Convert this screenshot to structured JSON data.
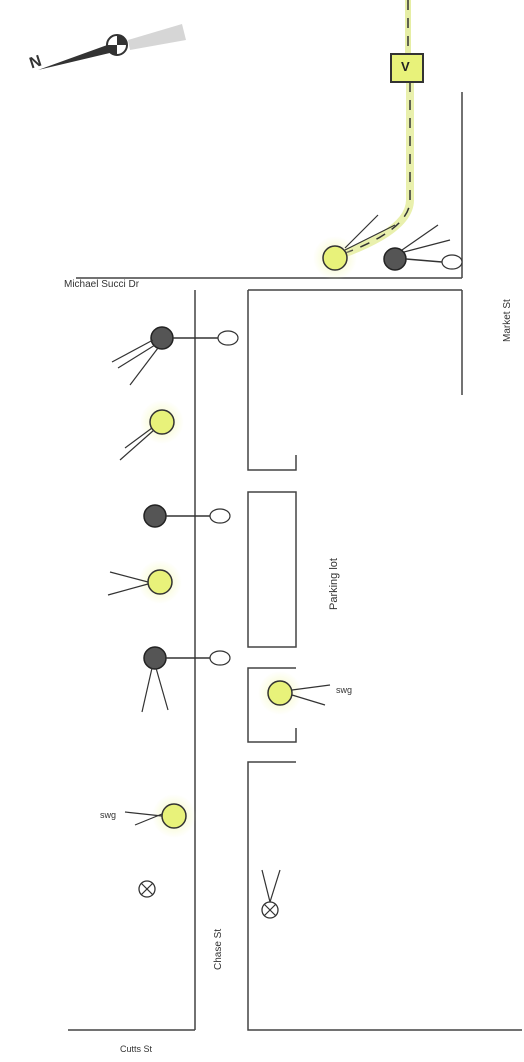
{
  "labels": {
    "street_top": "Michael Succi Dr",
    "street_right": "Market St",
    "street_bottom": "Cutts St",
    "street_left": "Chase St",
    "parking": "Parking lot",
    "swg_1": "swg",
    "swg_2": "swg",
    "compass_n": "N",
    "vault": "V"
  },
  "colors": {
    "proposed": "#e8f27a",
    "proposed_glow": "#f4f8b8",
    "existing": "#555555",
    "line": "#333333",
    "conduit": "#d7e46a"
  },
  "legend": {
    "proposed_pole": "yellow-circle",
    "existing_pole": "dark-circle",
    "light_fixture": "open-oval",
    "unknown_fixture": "circle-x"
  }
}
